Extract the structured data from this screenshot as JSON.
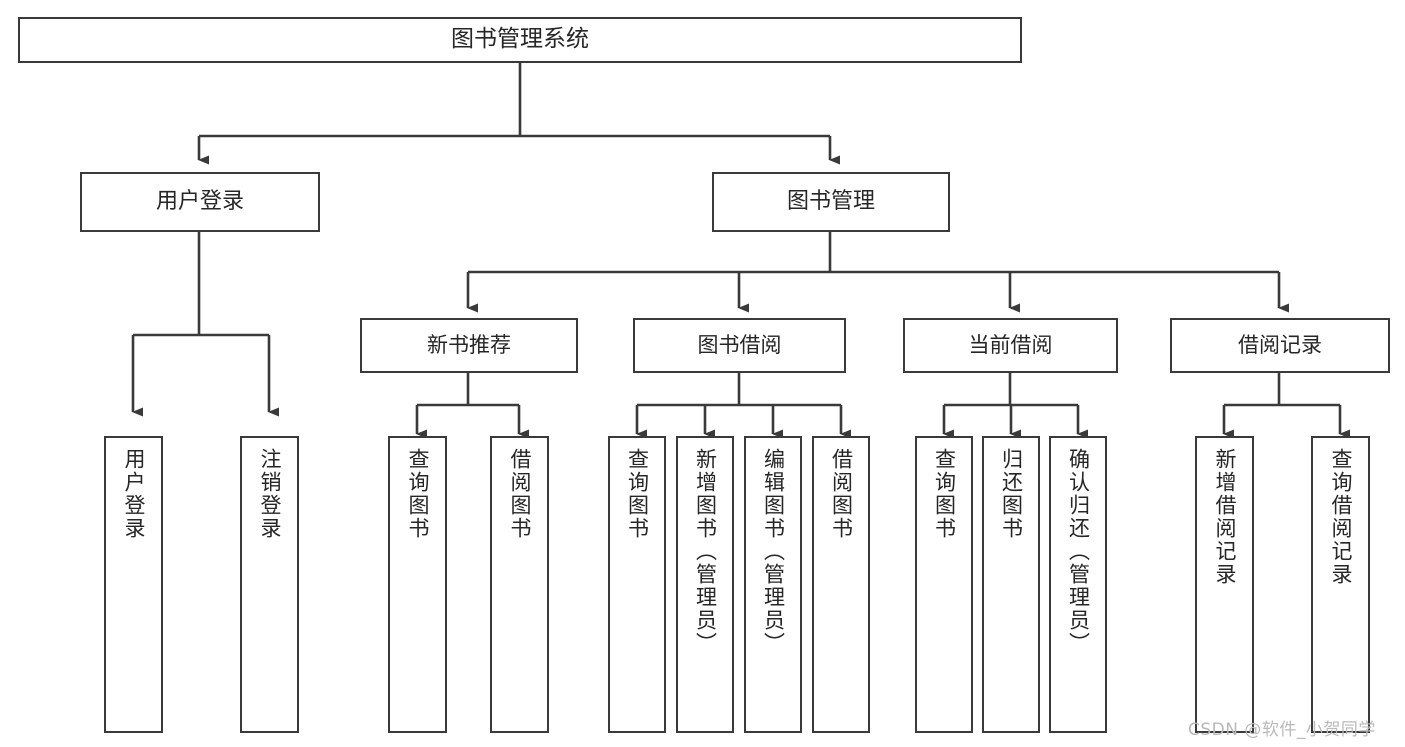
{
  "diagram": {
    "title": "图书管理系统",
    "type": "functional-structure-tree",
    "root": {
      "label": "图书管理系统"
    },
    "level1": [
      {
        "label": "用户登录"
      },
      {
        "label": "图书管理"
      }
    ],
    "level2": [
      {
        "label": "新书推荐"
      },
      {
        "label": "图书借阅"
      },
      {
        "label": "当前借阅"
      },
      {
        "label": "借阅记录"
      }
    ],
    "leaves": {
      "user_login": [
        {
          "label": "用户登录"
        },
        {
          "label": "注销登录"
        }
      ],
      "new_book_recommend": [
        {
          "label": "查询图书"
        },
        {
          "label": "借阅图书"
        }
      ],
      "book_borrow": [
        {
          "label": "查询图书"
        },
        {
          "label": "新增图书（管理员）"
        },
        {
          "label": "编辑图书（管理员）"
        },
        {
          "label": "借阅图书"
        }
      ],
      "current_borrow": [
        {
          "label": "查询图书"
        },
        {
          "label": "归还图书"
        },
        {
          "label": "确认归还（管理员）"
        }
      ],
      "borrow_record": [
        {
          "label": "新增借阅记录"
        },
        {
          "label": "查询借阅记录"
        }
      ]
    }
  },
  "watermark": {
    "text": "CSDN @软件_小贺同学"
  },
  "colors": {
    "border": "#3a3a3a",
    "text": "#262626",
    "background": "#ffffff",
    "watermark": "#b9b9b9"
  }
}
